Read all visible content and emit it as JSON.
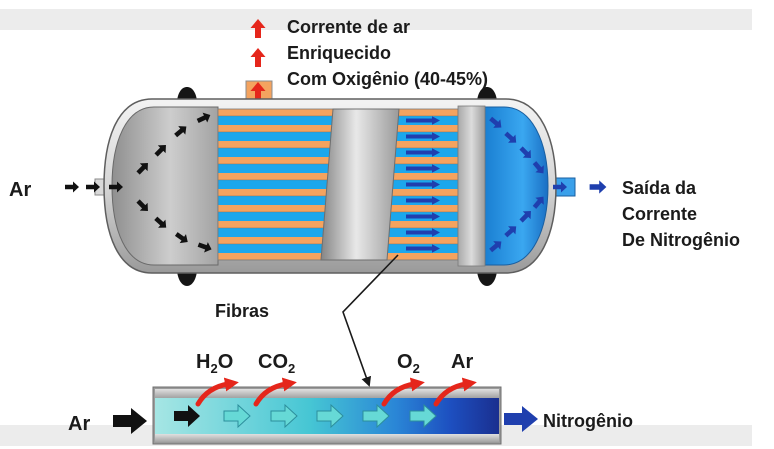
{
  "oxygen_outlet": {
    "lines": [
      "Corrente de ar",
      "Enriquecido",
      "Com Oxigênio (40-45%)"
    ]
  },
  "air_inlet_label": "Ar",
  "nitrogen_outlet": {
    "lines": [
      "Saída da",
      "Corrente",
      "De Nitrogênio"
    ]
  },
  "fibers_label": "Fibras",
  "fiber_detail": {
    "inlet_label": "Ar",
    "outlet_label": "Nitrogênio",
    "permeates": [
      {
        "main": "H",
        "sub": "2",
        "tail": "O"
      },
      {
        "main": "CO",
        "sub": "2",
        "tail": ""
      },
      {
        "main": "O",
        "sub": "2",
        "tail": ""
      },
      {
        "main": "Ar",
        "sub": "",
        "tail": ""
      }
    ]
  },
  "colors": {
    "oxygen_arrow": "#e5261b",
    "nitrogen_arrow": "#1f3fae",
    "air_arrow": "#111111",
    "fiber_orange": "#f4a35f",
    "fiber_blue": "#1ca7ec",
    "detail_arrow": "#66d9d6"
  }
}
